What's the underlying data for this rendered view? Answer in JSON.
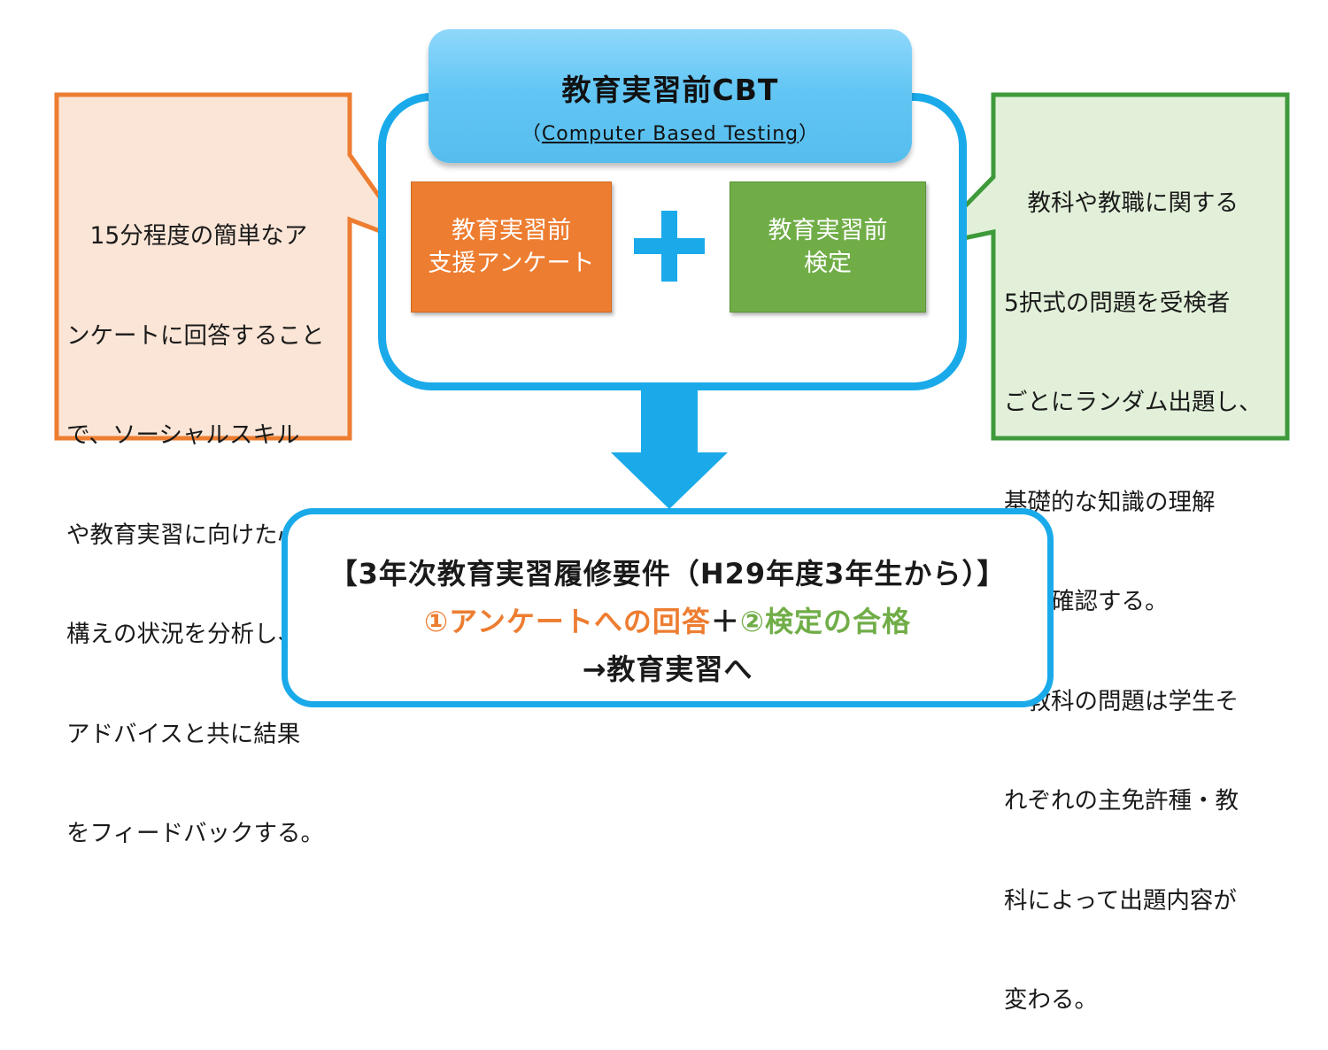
{
  "title": {
    "main": "教育実習前CBT",
    "sub_open": "（",
    "sub_text": "Computer Based Testing",
    "sub_close": "）"
  },
  "survey_box": {
    "line1": "教育実習前",
    "line2": "支援アンケート"
  },
  "exam_box": {
    "line1": "教育実習前",
    "line2": "検定"
  },
  "left_callout": {
    "lines": [
      "　15分程度の簡単なア",
      "ンケートに回答すること",
      "で、ソーシャルスキル",
      "や教育実習に向けた心",
      "構えの状況を分析し、",
      "アドバイスと共に結果",
      "をフィードバックする。"
    ]
  },
  "right_callout": {
    "lines": [
      "　教科や教職に関する",
      "5択式の問題を受検者",
      "ごとにランダム出題し、",
      "基礎的な知識の理解",
      "度を確認する。",
      "　教科の問題は学生そ",
      "れぞれの主免許種・教",
      "科によって出題内容が",
      "変わる。"
    ]
  },
  "result": {
    "line1": "【3年次教育実習履修要件（H29年度3年生から）】",
    "answer": "①アンケートへの回答",
    "plus": "＋",
    "pass": "②検定の合格",
    "line3": "→教育実習へ"
  },
  "colors": {
    "blue": "#1aaaea",
    "orange": "#ed7d31",
    "green": "#70ad47",
    "orange_fill": "#fbe5d6",
    "green_fill": "#e2f0d9"
  }
}
